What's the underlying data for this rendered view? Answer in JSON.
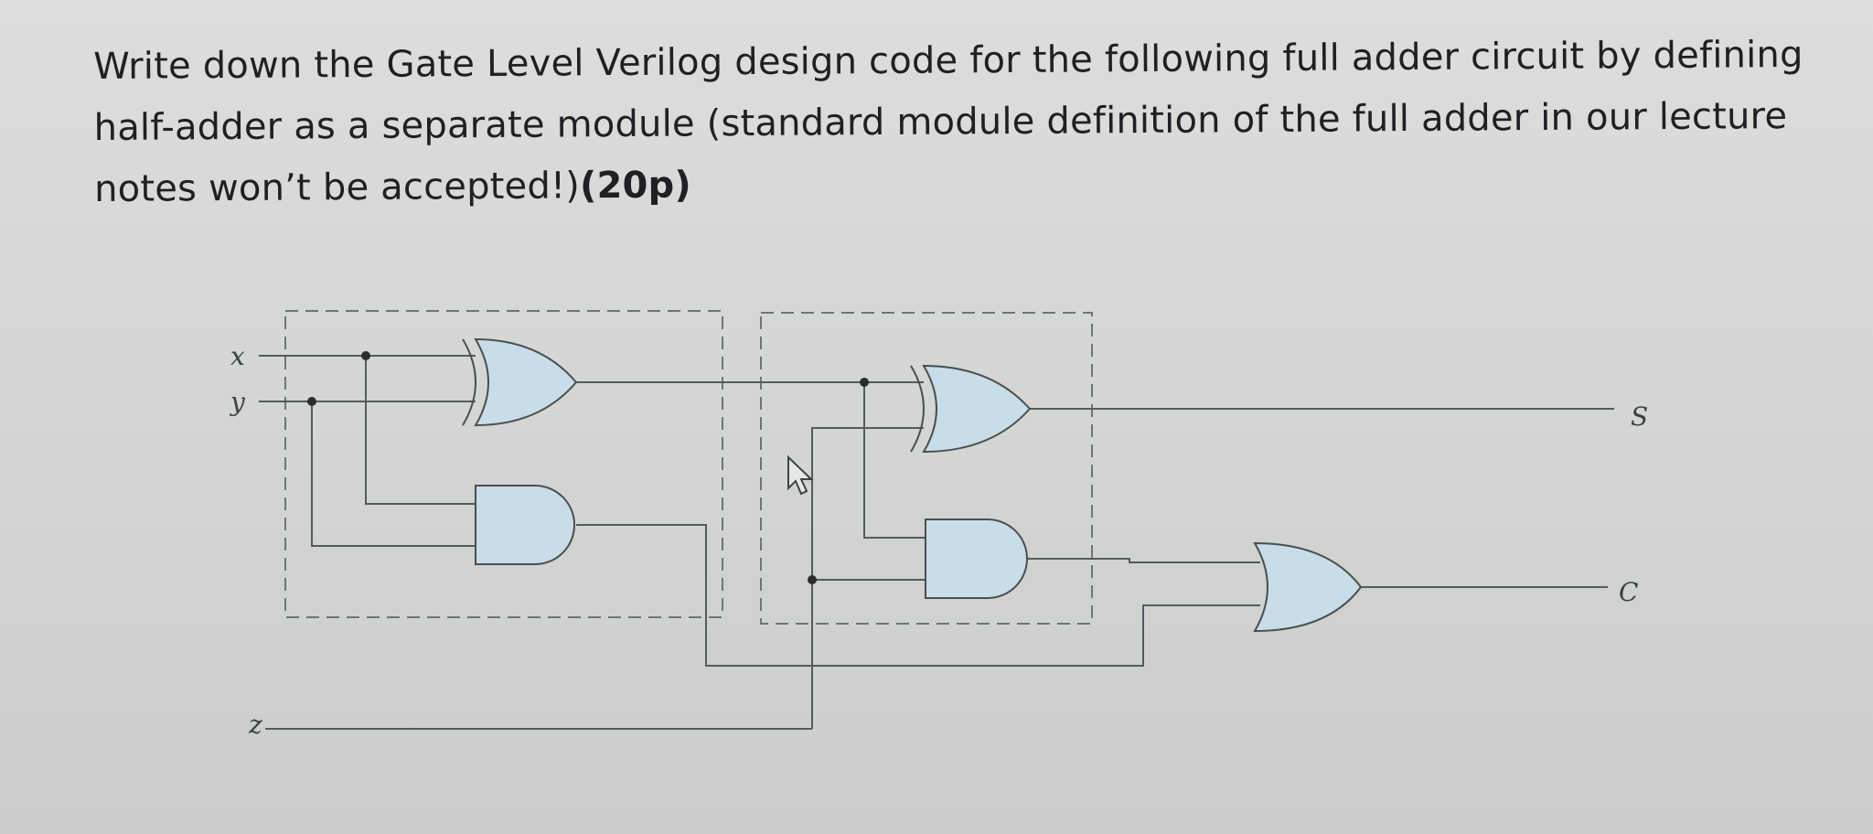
{
  "question": {
    "text": "Write down the Gate Level Verilog design code for the following full adder circuit by defining half-adder as a separate module (standard module definition of the full adder in our lecture notes won’t be accepted!)",
    "points": "(20p)"
  },
  "diagram": {
    "inputs": {
      "x": "x",
      "y": "y",
      "z": "z"
    },
    "outputs": {
      "s": "S",
      "c": "C"
    }
  },
  "colors": {
    "background": "#d6d8d6",
    "gate_fill": "#c9dde8",
    "wire": "#565a5d"
  }
}
